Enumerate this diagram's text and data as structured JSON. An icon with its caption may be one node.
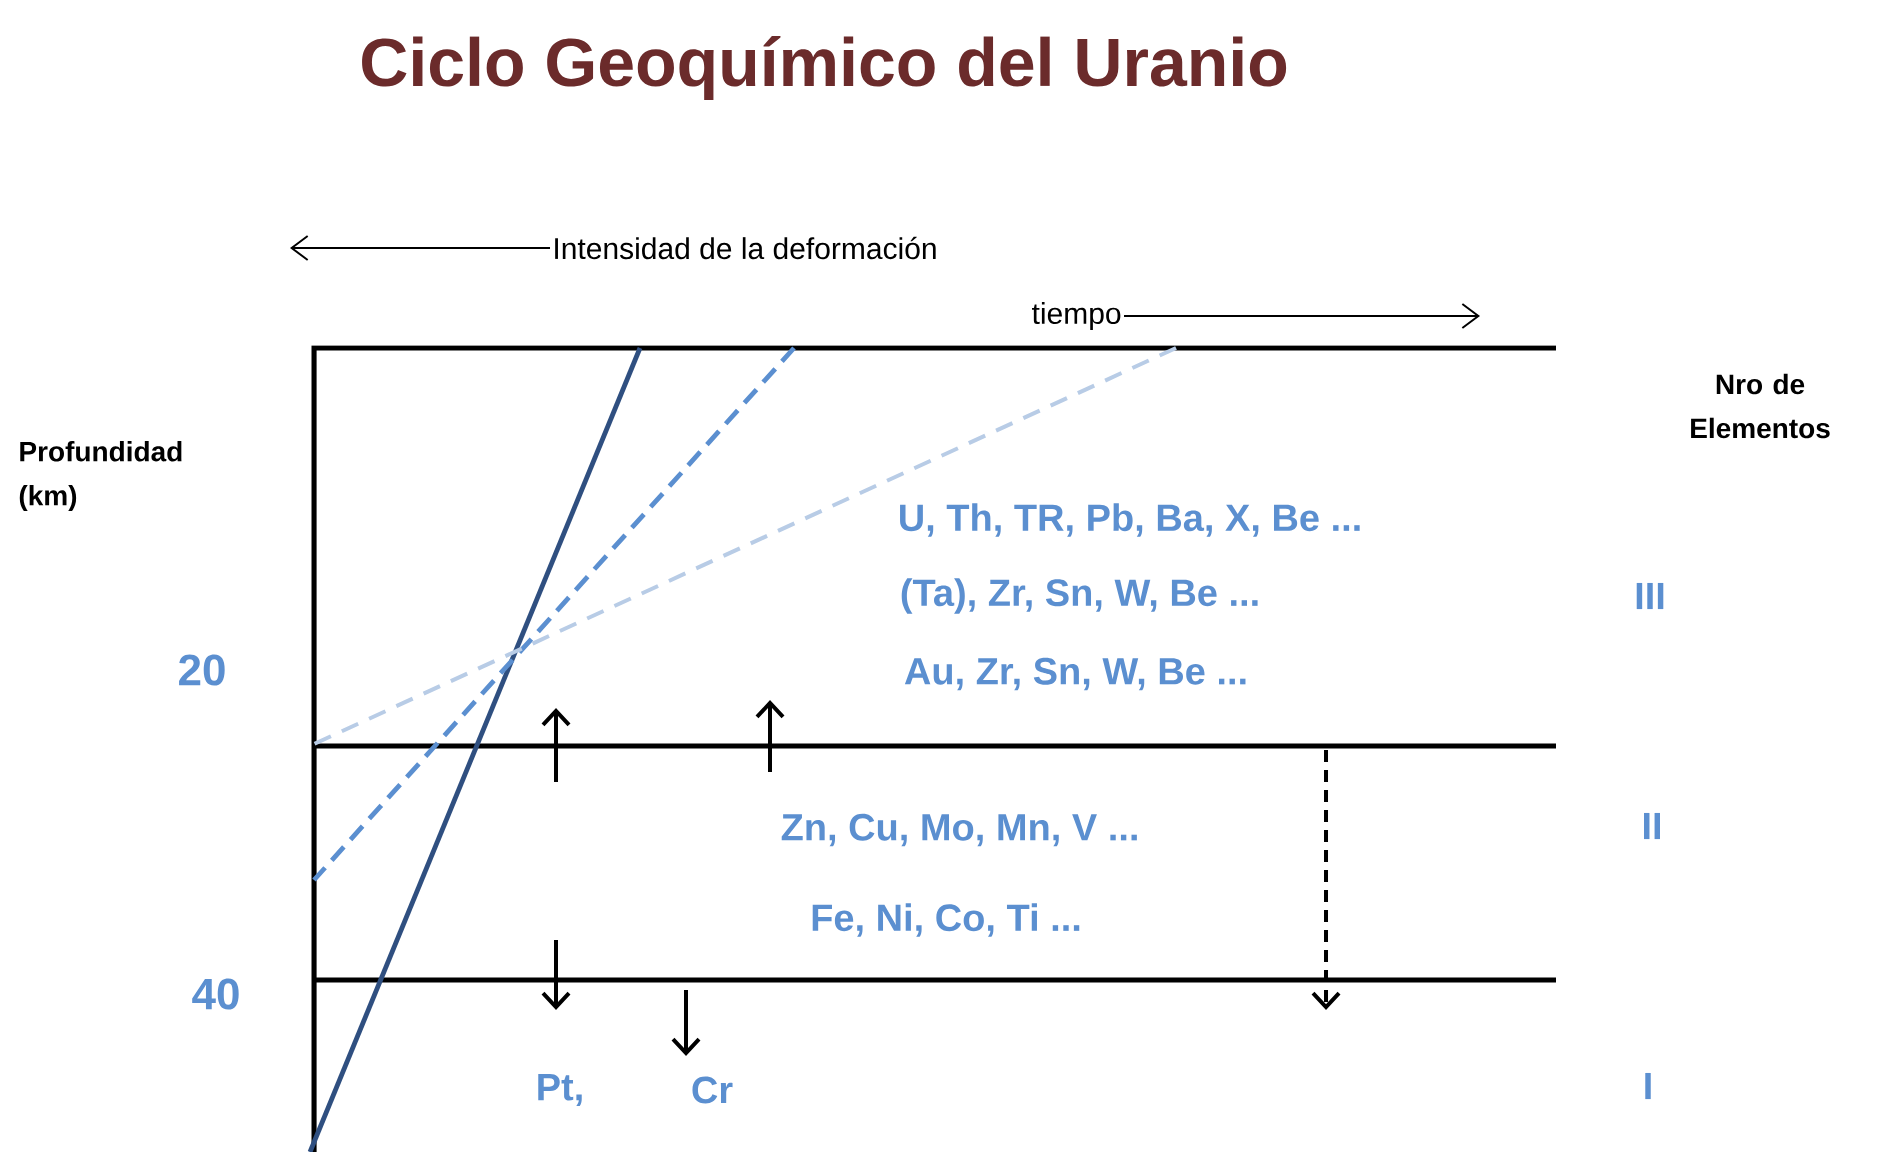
{
  "diagram": {
    "title": "Ciclo Geoquímico del Uranio",
    "labels": [
      "Intensidad de la deformación",
      "tiempo",
      "Nro de Elementos",
      "Profundidad (km)",
      "U, Th, TR, Pb, Ba, X, Be ...",
      "(Ta), Zr, Sn, W, Be ...",
      "III",
      "20",
      "Au, Zr, Sn, W, Be ...",
      "Zn, Cu, Mo, Mn, V ...",
      "II",
      "Fe, Ni, Co, Ti ...",
      "40",
      "Pt,",
      "Cr",
      "I"
    ]
  }
}
